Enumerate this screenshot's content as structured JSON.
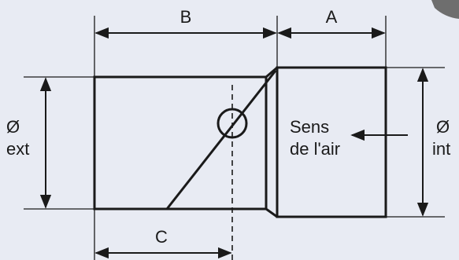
{
  "diagram": {
    "labels": {
      "dim_a": "A",
      "dim_b": "B",
      "dim_c": "C",
      "diameter_ext_symbol": "Ø",
      "diameter_ext_text": "ext",
      "diameter_int_symbol": "Ø",
      "diameter_int_text": "int",
      "airflow_line1": "Sens",
      "airflow_line2": "de l'air"
    },
    "colors": {
      "background": "#e8ebf3",
      "line": "#1a1a1a"
    }
  }
}
